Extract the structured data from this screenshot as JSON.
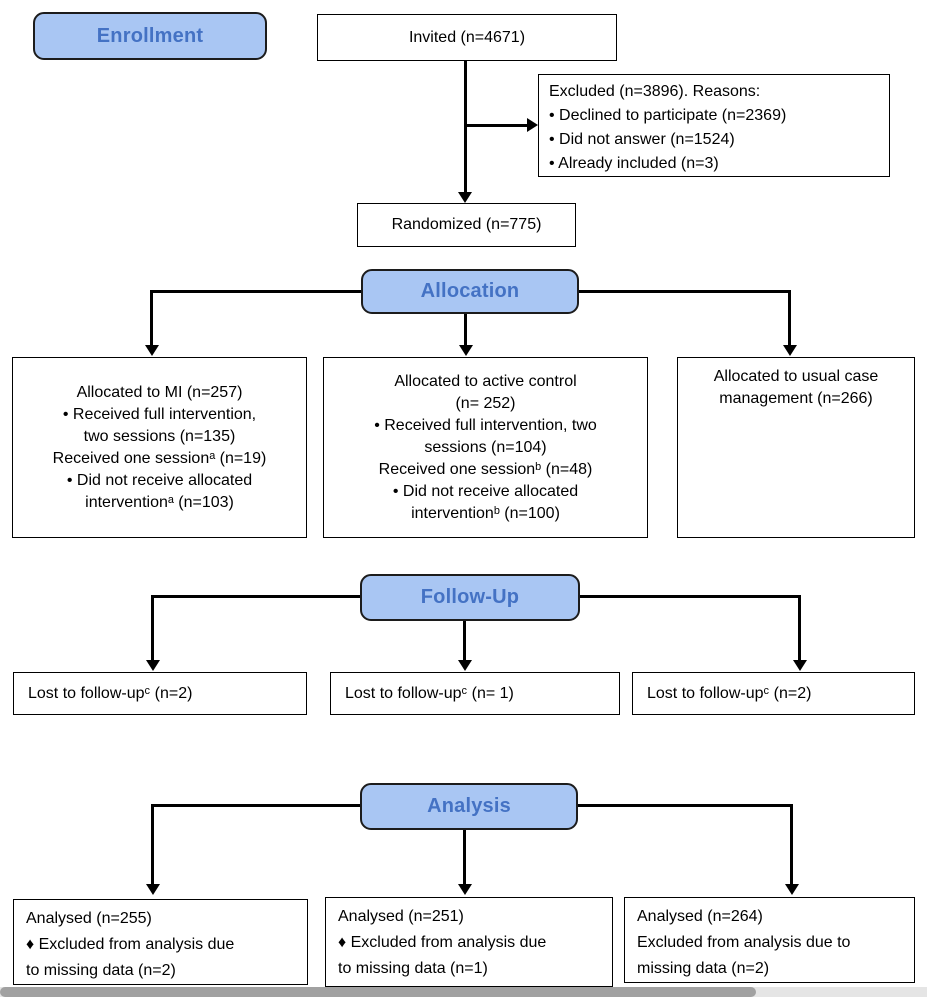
{
  "colors": {
    "header_fill": "#a9c6f3",
    "header_text": "#4472c4",
    "header_border": "#1c1c1c",
    "diagram_line": "#000000",
    "box_background": "#ffffff",
    "scrollbar_thumb": "#a1a1a1",
    "scrollbar_track": "#e5e5e5"
  },
  "phases": {
    "enrollment": "Enrollment",
    "allocation": "Allocation",
    "followup": "Follow-Up",
    "analysis": "Analysis"
  },
  "enrollment": {
    "invited": [
      "Invited (n=4671)"
    ],
    "excluded": [
      "Excluded (n=3896). Reasons:",
      "• Declined to participate (n=2369)",
      "• Did not answer (n=1524)",
      "• Already included (n=3)"
    ],
    "randomized": [
      "Randomized (n=775)"
    ]
  },
  "allocation": {
    "mi": [
      "Allocated to MI (n=257)",
      "• Received full intervention,",
      "two sessions (n=135)",
      "Received one sessionᵃ (n=19)",
      "• Did not receive allocated",
      "interventionᵃ (n=103)"
    ],
    "active_control": [
      "Allocated to active control",
      "(n= 252)",
      "• Received full intervention, two",
      "sessions (n=104)",
      "Received one sessionᵇ (n=48)",
      "• Did not receive allocated",
      "interventionᵇ (n=100)"
    ],
    "usual_care": [
      "Allocated to usual case",
      "management (n=266)"
    ]
  },
  "followup": {
    "mi": [
      "Lost to follow-upᶜ (n=2)"
    ],
    "active_control": [
      "Lost to follow-upᶜ (n= 1)"
    ],
    "usual_care": [
      "Lost to follow-upᶜ (n=2)"
    ]
  },
  "analysis": {
    "mi": [
      "Analysed (n=255)",
      "♦ Excluded from analysis due",
      "to missing data (n=2)"
    ],
    "active_control": [
      "Analysed (n=251)",
      "♦ Excluded from analysis due",
      "to missing data (n=1)"
    ],
    "usual_care": [
      "Analysed (n=264)",
      "Excluded from analysis due to",
      "missing data (n=2)"
    ]
  }
}
